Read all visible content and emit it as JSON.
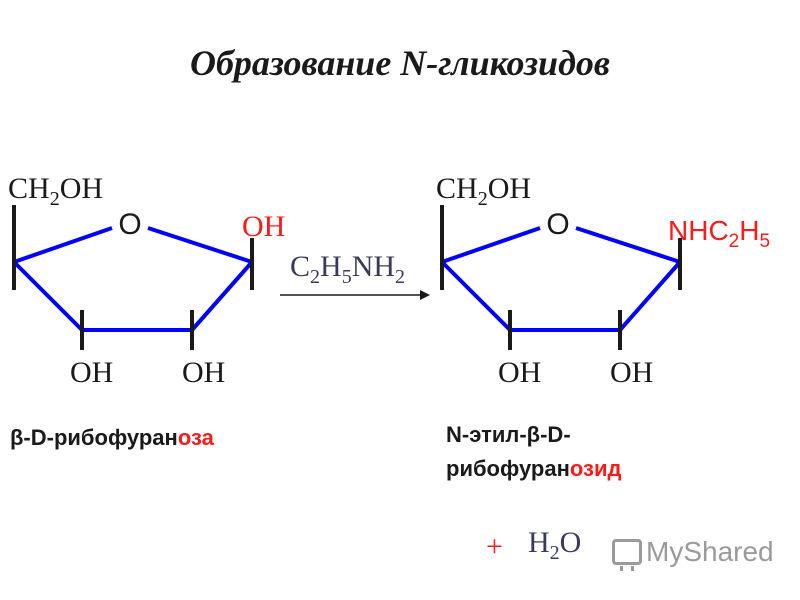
{
  "title": "Образование N-гликозидов",
  "left": {
    "top_group": {
      "main": "CH",
      "sub": "2",
      "tail": "OH"
    },
    "ring_o": "O",
    "anomeric": "OH",
    "oh_bottom_left": "OH",
    "oh_bottom_right": "OH",
    "name_black": "β-D-рибофуран",
    "name_red": "оза"
  },
  "reagent": {
    "p1": "C",
    "s1": "2",
    "p2": "H",
    "s2": "5",
    "p3": "NH",
    "s3": "2"
  },
  "right": {
    "top_group": {
      "main": "CH",
      "sub": "2",
      "tail": "OH"
    },
    "ring_o": "O",
    "anomeric": {
      "p1": "NHC",
      "s1": "2",
      "p2": "H",
      "s2": "5"
    },
    "oh_bottom_left": "OH",
    "oh_bottom_right": "OH",
    "name_line1": "N-этил-β-D-",
    "name_line2_black": "рибофуран",
    "name_line2_red": "озид"
  },
  "byproduct": {
    "plus": "+",
    "p1": "H",
    "s1": "2",
    "p2": "O"
  },
  "watermark": {
    "text": "MyShared",
    "icon": "projector-screen-icon"
  },
  "colors": {
    "bonds": "#0000ff",
    "black": "#1a1a1a",
    "red": "#ff1a1a",
    "reagent": "#3a3a5a"
  }
}
